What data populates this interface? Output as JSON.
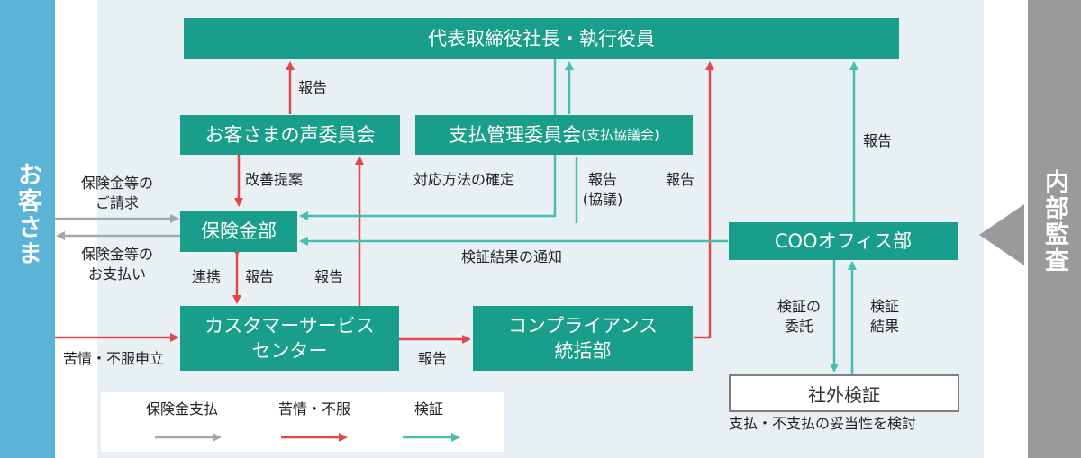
{
  "left_bar": "お客さま",
  "right_bar": "内部監査",
  "boxes": {
    "top": "代表取締役社長・執行役員",
    "voice_committee": "お客さまの声委員会",
    "payment_committee": "支払管理委員会",
    "payment_committee_note": "(支払協議会)",
    "insurance_dept": "保険金部",
    "coo_office": "COOオフィス部",
    "customer_center_line1": "カスタマーサービス",
    "customer_center_line2": "センター",
    "compliance_line1": "コンプライアンス",
    "compliance_line2": "統括部",
    "external": "社外検証"
  },
  "labels": {
    "report_1": "報告",
    "improve": "改善提案",
    "method": "対応方法の確定",
    "report_consult": "報告",
    "consult": "(協議)",
    "report_2": "報告",
    "report_coo": "報告",
    "claim_line1": "保険金等の",
    "claim_line2": "ご請求",
    "pay_line1": "保険金等の",
    "pay_line2": "お支払い",
    "verify_notice": "検証結果の通知",
    "cooperate": "連携",
    "report_3": "報告",
    "report_4": "報告",
    "complaint": "苦情・不服申立",
    "report_5": "報告",
    "verify_req_line1": "検証の",
    "verify_req_line2": "委託",
    "verify_res_line1": "検証",
    "verify_res_line2": "結果",
    "external_note": "支払・不支払の妥当性を検討"
  },
  "legend": {
    "payment": "保険金支払",
    "complaint": "苦情・不服",
    "verification": "検証"
  },
  "colors": {
    "teal": "#1a9e8c",
    "red_arrow": "#e2474b",
    "gray_arrow": "#9fa8ae",
    "teal_arrow": "#46bfae",
    "customer_blue": "#5bb4d8",
    "audit_gray": "#9a9a9a",
    "panel": "#e8f0f4"
  }
}
